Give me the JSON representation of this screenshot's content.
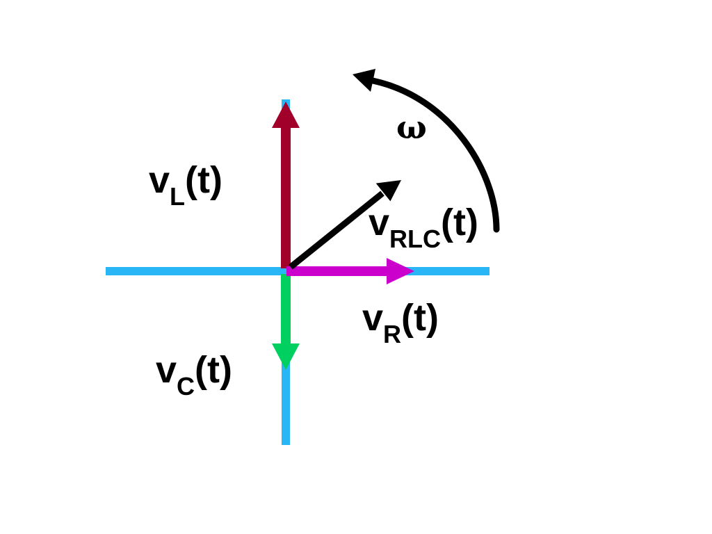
{
  "colors": {
    "axis": "#29b6f6",
    "inductor": "#a1002a",
    "capacitor": "#00d060",
    "resistor": "#cc00cc",
    "total": "#000000",
    "rotation": "#000000",
    "text": "#000000"
  },
  "labels": {
    "vL": {
      "main": "v",
      "sub": "L",
      "tail": "(t)"
    },
    "vRLC": {
      "main": "v",
      "sub": "RLC",
      "tail": "(t)"
    },
    "vR": {
      "main": "v",
      "sub": "R",
      "tail": "(t)"
    },
    "vC": {
      "main": "v",
      "sub": "C",
      "tail": "(t)"
    },
    "omega": "ω"
  }
}
